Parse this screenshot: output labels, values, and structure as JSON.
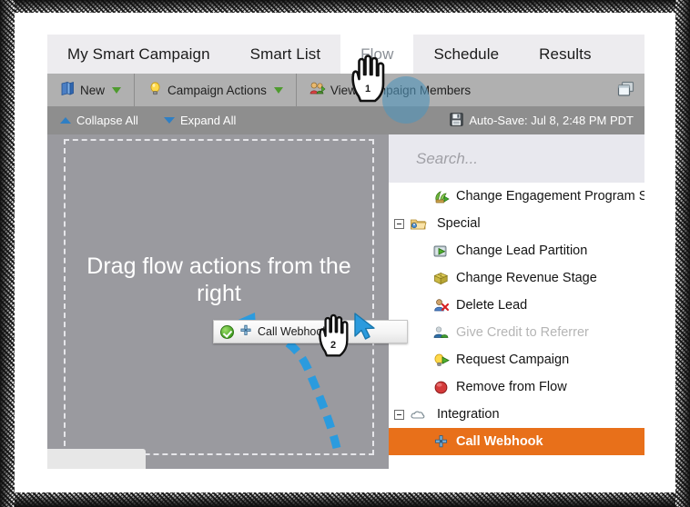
{
  "window": {
    "tabs": [
      {
        "label": "My Smart Campaign",
        "active": false
      },
      {
        "label": "Smart List",
        "active": false
      },
      {
        "label": "Flow",
        "active": true
      },
      {
        "label": "Schedule",
        "active": false
      },
      {
        "label": "Results",
        "active": false
      }
    ]
  },
  "toolbar": {
    "new_label": "New",
    "new_icon": "blue-book-icon",
    "campaign_actions_label": "Campaign Actions",
    "campaign_actions_icon": "lightbulb-icon",
    "view_members_label": "View Campaign Members",
    "view_members_icon": "people-icon",
    "window_cascade_icon": "cascade-windows-icon"
  },
  "subbar": {
    "collapse_all_label": "Collapse All",
    "collapse_all_icon": "triangle-up-icon",
    "expand_all_label": "Expand All",
    "expand_all_icon": "triangle-down-icon",
    "autosave_label": "Auto-Save: Jul 8, 2:48 PM PDT",
    "autosave_icon": "floppy-disk-icon"
  },
  "canvas": {
    "empty_message": "Drag flow actions from the right"
  },
  "panel": {
    "search_placeholder": "Search...",
    "tree": [
      {
        "label": "Change Engagement Program Stre",
        "type": "leaf",
        "icon": "engagement-program-icon",
        "state": "normal"
      },
      {
        "label": "Special",
        "type": "group",
        "icon": "special-folder-icon",
        "state": "normal"
      },
      {
        "label": "Change Lead Partition",
        "type": "leaf",
        "icon": "change-lead-partition-icon",
        "state": "normal"
      },
      {
        "label": "Change Revenue Stage",
        "type": "leaf",
        "icon": "revenue-stage-icon",
        "state": "normal"
      },
      {
        "label": "Delete Lead",
        "type": "leaf",
        "icon": "delete-lead-icon",
        "state": "normal"
      },
      {
        "label": "Give Credit to Referrer",
        "type": "leaf",
        "icon": "give-credit-icon",
        "state": "disabled"
      },
      {
        "label": "Request Campaign",
        "type": "leaf",
        "icon": "request-campaign-icon",
        "state": "normal"
      },
      {
        "label": "Remove from Flow",
        "type": "leaf",
        "icon": "remove-from-flow-icon",
        "state": "normal"
      },
      {
        "label": "Integration",
        "type": "group",
        "icon": "integration-cloud-icon",
        "state": "normal"
      },
      {
        "label": "Call Webhook",
        "type": "leaf",
        "icon": "call-webhook-icon",
        "state": "selected"
      }
    ]
  },
  "drag": {
    "ghost_label": "Call Webhook",
    "ghost_icon": "call-webhook-icon",
    "ghost_status_icon": "green-check-icon",
    "step_one": "1",
    "step_two": "2"
  },
  "colors": {
    "accent_orange": "#e8701a",
    "accent_blue": "#2b9bde",
    "canvas_gray": "#9a9a9f",
    "toolbar_gray": "#b0b0b0",
    "subbar_gray": "#8e8e8e",
    "tabbar_gray": "#edecef",
    "search_gray": "#e8e8ee"
  }
}
